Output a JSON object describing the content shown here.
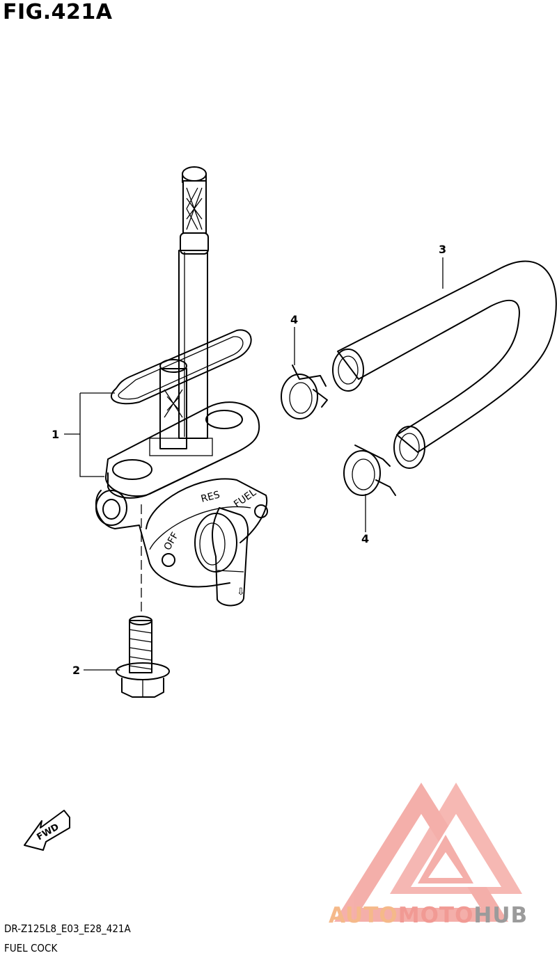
{
  "figure": {
    "title": "FIG.421A"
  },
  "callouts": [
    {
      "id": "c1",
      "label": "1"
    },
    {
      "id": "c2",
      "label": "2"
    },
    {
      "id": "c3",
      "label": "3"
    },
    {
      "id": "c4a",
      "label": "4"
    },
    {
      "id": "c4b",
      "label": "4"
    }
  ],
  "valve_markings": {
    "res": "RES",
    "fuel": "FUEL",
    "off": "OFF",
    "arrow": "⇩"
  },
  "fwd_badge": "FWD",
  "watermark": {
    "auto": "AUTO",
    "moto": "MOTO",
    "hub": "HUB",
    "colors": {
      "auto": "#f5b98a",
      "moto": "#f19a94",
      "hub": "#9b9b9b"
    }
  },
  "footer": {
    "model_code": "DR-Z125L8_E03_E28_421A",
    "caption": "FUEL COCK"
  }
}
